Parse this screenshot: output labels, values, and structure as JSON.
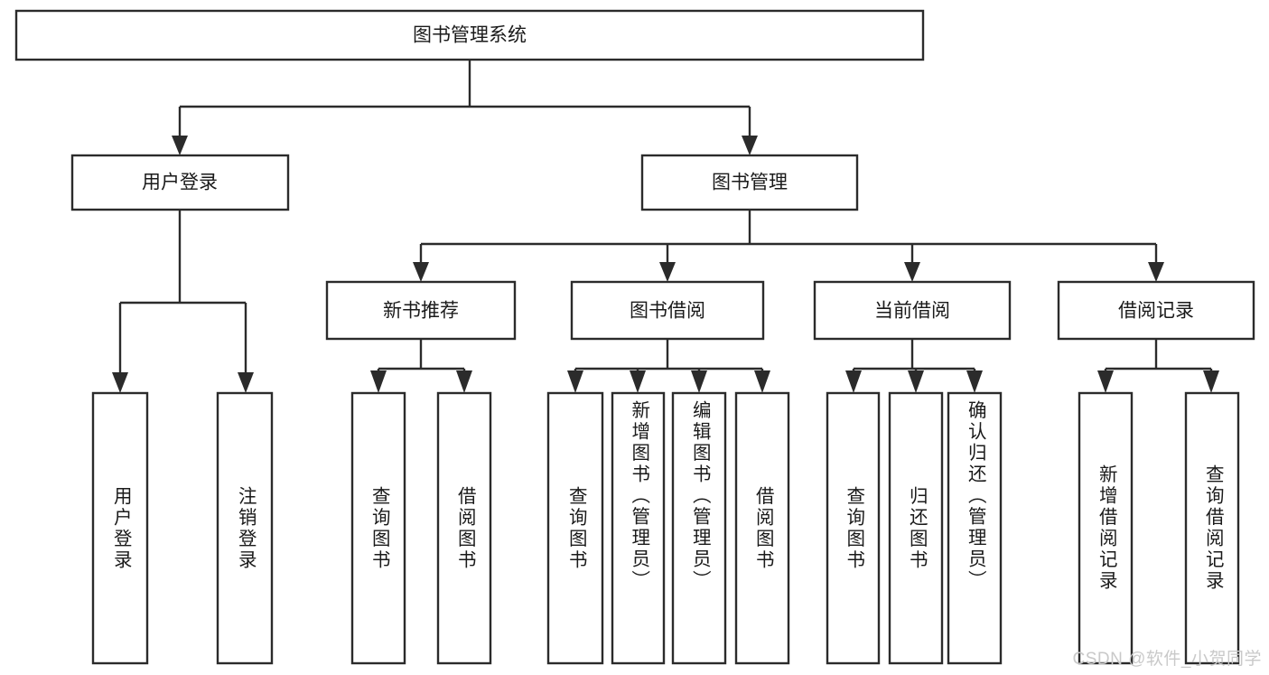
{
  "diagram": {
    "title": "图书管理系统",
    "type": "tree",
    "orientation": "top-down",
    "colors": {
      "box_stroke": "#2b2b2b",
      "box_fill": "#ffffff",
      "text": "#1a1a1a",
      "link": "#2b2b2b",
      "background": "#ffffff",
      "watermark": "#c9c9c9"
    },
    "nodes": {
      "root": {
        "label": "图书管理系统",
        "level": 1,
        "orientation": "horizontal"
      },
      "level2": [
        {
          "id": "user-login",
          "label": "用户登录",
          "orientation": "horizontal"
        },
        {
          "id": "book-management",
          "label": "图书管理",
          "orientation": "horizontal"
        }
      ],
      "level3": [
        {
          "id": "new-book-recommend",
          "label": "新书推荐",
          "orientation": "horizontal"
        },
        {
          "id": "book-borrow",
          "label": "图书借阅",
          "orientation": "horizontal"
        },
        {
          "id": "current-borrow",
          "label": "当前借阅",
          "orientation": "horizontal"
        },
        {
          "id": "borrow-record",
          "label": "借阅记录",
          "orientation": "horizontal"
        }
      ],
      "leaves": {
        "user-login": [
          {
            "id": "leaf-user-login",
            "label": "用户登录",
            "orientation": "vertical"
          },
          {
            "id": "leaf-logout",
            "label": "注销登录",
            "orientation": "vertical"
          }
        ],
        "new-book-recommend": [
          {
            "id": "leaf-query-book-1",
            "label": "查询图书",
            "orientation": "vertical"
          },
          {
            "id": "leaf-borrow-book-1",
            "label": "借阅图书",
            "orientation": "vertical"
          }
        ],
        "book-borrow": [
          {
            "id": "leaf-query-book-2",
            "label": "查询图书",
            "orientation": "vertical"
          },
          {
            "id": "leaf-add-book",
            "label": "新增图书（管理员）",
            "orientation": "vertical"
          },
          {
            "id": "leaf-edit-book",
            "label": "编辑图书（管理员）",
            "orientation": "vertical"
          },
          {
            "id": "leaf-borrow-book-2",
            "label": "借阅图书",
            "orientation": "vertical"
          }
        ],
        "current-borrow": [
          {
            "id": "leaf-query-book-3",
            "label": "查询图书",
            "orientation": "vertical"
          },
          {
            "id": "leaf-return-book",
            "label": "归还图书",
            "orientation": "vertical"
          },
          {
            "id": "leaf-confirm-return",
            "label": "确认归还（管理员）",
            "orientation": "vertical"
          }
        ],
        "borrow-record": [
          {
            "id": "leaf-add-record",
            "label": "新增借阅记录",
            "orientation": "vertical"
          },
          {
            "id": "leaf-query-record",
            "label": "查询借阅记录",
            "orientation": "vertical"
          }
        ]
      }
    },
    "watermark": "CSDN @软件_小贺同学"
  }
}
